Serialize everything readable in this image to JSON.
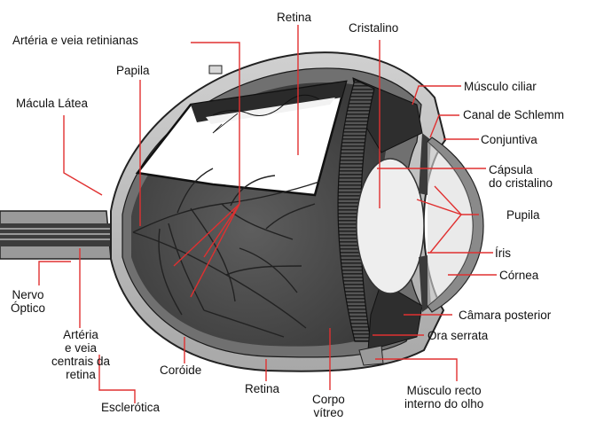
{
  "diagram": {
    "labels": {
      "retina_top": "Retina",
      "cristalino": "Cristalino",
      "arteria_veia_retinianas": "Artéria e veia retinianas",
      "papila": "Papila",
      "macula_latea": "Mácula Látea",
      "musculo_ciliar": "Músculo ciliar",
      "canal_schlemm": "Canal de Schlemm",
      "conjuntiva": "Conjuntiva",
      "capsula_1": "Cápsula",
      "capsula_2": "do cristalino",
      "pupila": "Pupila",
      "iris": "Íris",
      "cornea": "Córnea",
      "camara_posterior": "Câmara posterior",
      "ora_serrata": "Ora serrata",
      "musculo_recto_1": "Músculo  recto",
      "musculo_recto_2": "interno do olho",
      "nervo_1": "Nervo",
      "nervo_2": "Óptico",
      "arteria_centrais_1": "Artéria",
      "arteria_centrais_2": "e veia",
      "arteria_centrais_3": "centrais da",
      "arteria_centrais_4": "retina",
      "coroide": "Coróide",
      "retina_bottom": "Retina",
      "esclerotica": "Esclerótica",
      "corpo_vitreo_1": "Corpo",
      "corpo_vitreo_2": "vítreo"
    },
    "colors": {
      "leader_line": "#e03030",
      "sclera": "#b9b9b9",
      "choroid": "#6a6a6a",
      "vitreous": "#545454",
      "lens": "#eeeeee",
      "ciliary": "#3a3a3a"
    }
  }
}
